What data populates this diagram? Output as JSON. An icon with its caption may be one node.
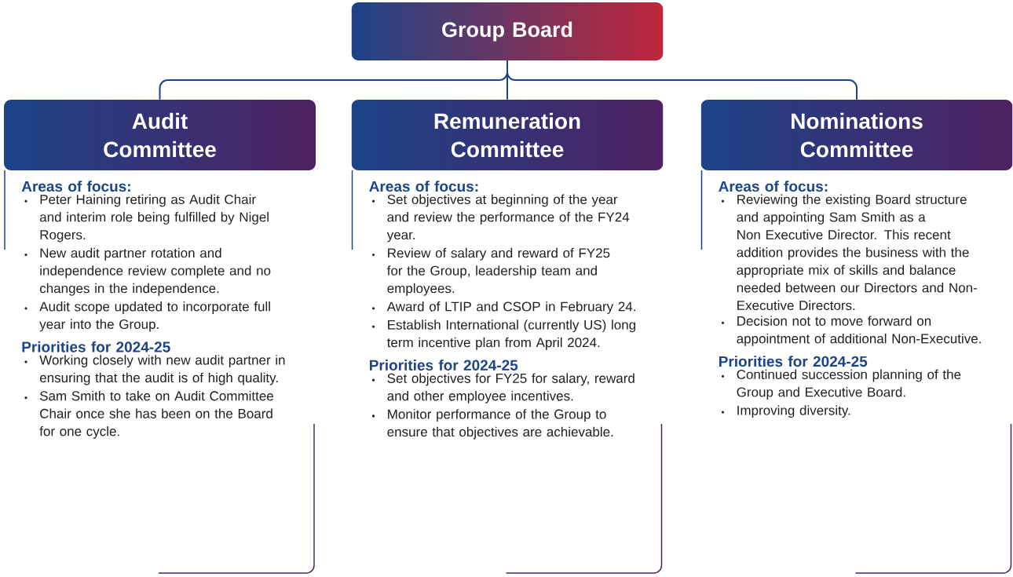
{
  "diagram": {
    "nodes": [
      {
        "text": [
          "Group Board"
        ]
      },
      {
        "text": [
          "Audit Committee"
        ],
        "beside": [
          "Areas of focus:",
          "Peter Haining retiring as Audit Chair and interim role being fulfilled by Nigel Rogers.",
          "New audit partner rotation and independence review complete and no changes in the independence.",
          "Audit scope updated to incorporate full year into the Group.",
          "Priorities for 2024-25",
          "Working closely with new audit partner in ensuring that the audit is of high quality.",
          "Sam Smith to take on Audit Committee Chair once she has been on the Board for one cycle."
        ]
      },
      {
        "text": [
          "Remuneration Committee"
        ],
        "beside": [
          "Areas of focus:",
          "Set objectives at beginning of the year and review the performance of the FY24 year.",
          "Review of salary and reward of FY25 for the Group, leadership team and employees.",
          "Award of LTIP and CSOP in February 24.",
          "Establish International (currently US) long term incentive plan from April 2024.",
          "Priorities for 2024-25",
          "Set objectives for FY25 for salary, reward and other employee incentives.",
          "Monitor performance of the Group to ensure that objectives are achievable."
        ]
      },
      {
        "text": [
          "Nominations Committee"
        ],
        "beside": [
          "Areas of focus:",
          "Reviewing the existing Board structure and appointing Sam Smith as a Non Executive Director. This recent addition provides the business with the appropriate mix of skills and balance needed between our Directors and Non-Executive Directors.",
          "Decision not to move forward on appointment of additional Non-Executive.",
          "Priorities for 2024-25",
          "Continued succession planning of the Group and Executive Board.",
          "Improving diversity."
        ]
      }
    ],
    "edges": [
      {
        "from": 0,
        "to": 1,
        "arrow": "none"
      },
      {
        "from": 0,
        "to": 2,
        "arrow": "none"
      },
      {
        "from": 0,
        "to": 3,
        "arrow": "none"
      }
    ]
  }
}
